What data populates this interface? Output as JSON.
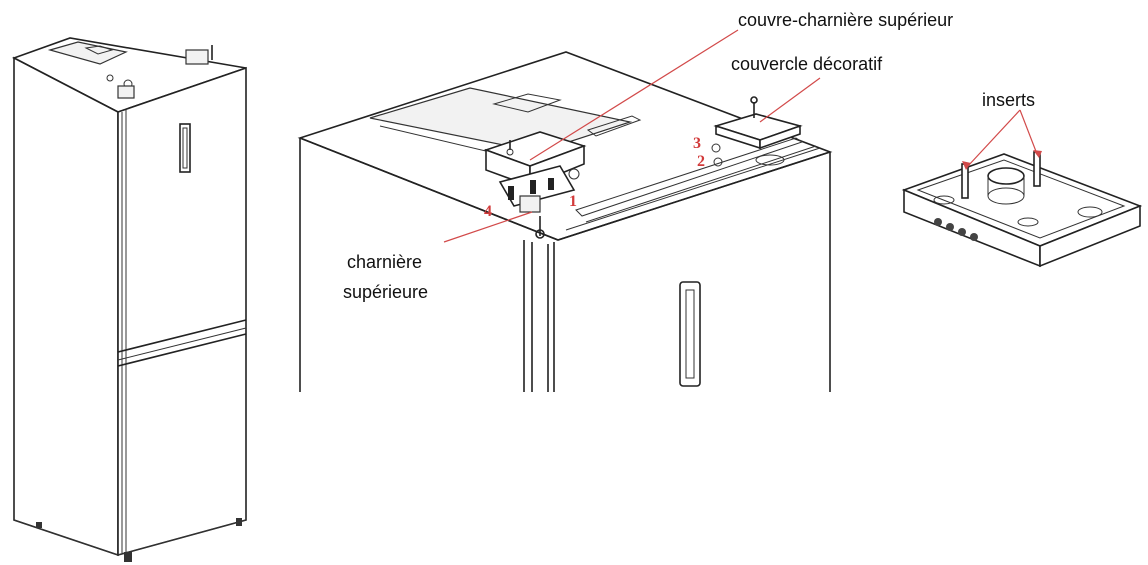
{
  "labels": {
    "hinge_cover": "couvre-charnière supérieur",
    "decorative_cover": "couvercle décoratif",
    "inserts": "inserts",
    "top_hinge_line1": "charnière",
    "top_hinge_line2": "supérieure"
  },
  "step_numbers": {
    "n1": "1",
    "n2": "2",
    "n3": "3",
    "n4": "4"
  },
  "colors": {
    "line": "#222222",
    "leader": "#d24a4a",
    "step_number": "#d23a3a",
    "text": "#111111"
  }
}
